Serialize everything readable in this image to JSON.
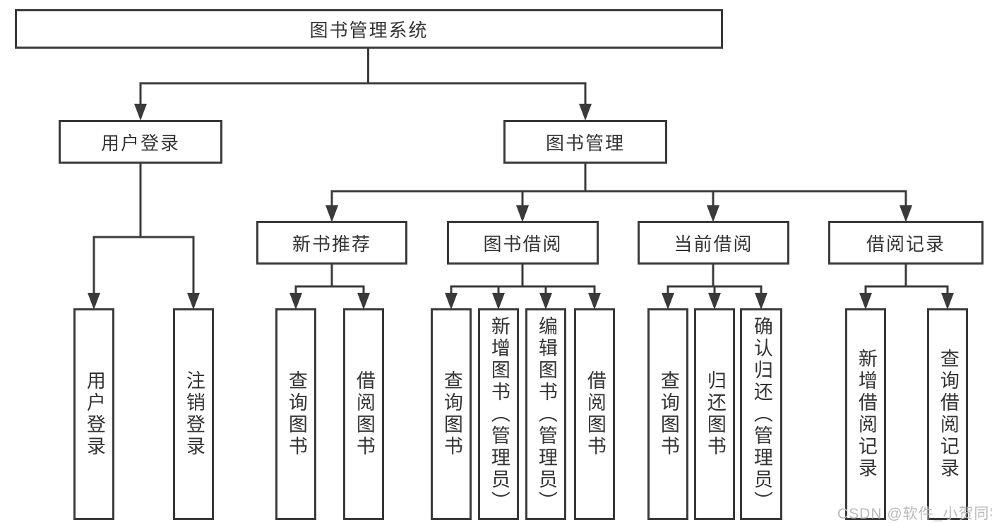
{
  "diagram": {
    "root": {
      "label": "图书管理系统"
    },
    "level2": [
      {
        "label": "用户登录"
      },
      {
        "label": "图书管理"
      }
    ],
    "level3": [
      {
        "label": "新书推荐"
      },
      {
        "label": "图书借阅"
      },
      {
        "label": "当前借阅"
      },
      {
        "label": "借阅记录"
      }
    ],
    "leaves": [
      {
        "label": "用户登录"
      },
      {
        "label": "注销登录"
      },
      {
        "label": "查询图书"
      },
      {
        "label": "借阅图书"
      },
      {
        "label": "查询图书"
      },
      {
        "label": "新增图书（管理员）"
      },
      {
        "label": "编辑图书（管理员）"
      },
      {
        "label": "借阅图书"
      },
      {
        "label": "查询图书"
      },
      {
        "label": "归还图书"
      },
      {
        "label": "确认归还（管理员）"
      },
      {
        "label": "新增借阅记录"
      },
      {
        "label": "查询借阅记录"
      }
    ]
  },
  "watermark": {
    "text": "CSDN @软件_小贺同学"
  },
  "colors": {
    "line": "#3a3a3a",
    "text": "#333333",
    "watermark": "#b9b9b9",
    "background": "#ffffff"
  }
}
